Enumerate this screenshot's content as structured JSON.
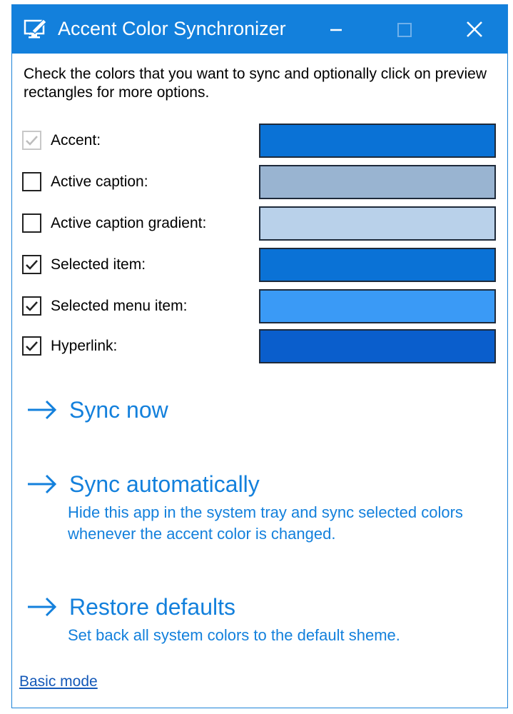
{
  "window": {
    "title": "Accent Color Synchronizer",
    "app_icon": "monitor-brush-icon",
    "accent": "#1380DC"
  },
  "titlebar_buttons": {
    "minimize_icon": "minimize-icon",
    "maximize_icon": "maximize-icon",
    "close_icon": "close-icon"
  },
  "intro_text": "Check the colors that you want to sync and optionally click on preview rectangles for more options.",
  "color_rows": [
    {
      "label": "Accent:",
      "checked": true,
      "enabled": false,
      "color": "#0A72D6"
    },
    {
      "label": "Active caption:",
      "checked": false,
      "enabled": true,
      "color": "#99B4D1"
    },
    {
      "label": "Active caption gradient:",
      "checked": false,
      "enabled": true,
      "color": "#B9D1EA"
    },
    {
      "label": "Selected item:",
      "checked": true,
      "enabled": true,
      "color": "#0A72D6"
    },
    {
      "label": "Selected menu item:",
      "checked": true,
      "enabled": true,
      "color": "#3A9AF6"
    },
    {
      "label": "Hyperlink:",
      "checked": true,
      "enabled": true,
      "color": "#0A5ECC"
    }
  ],
  "actions": {
    "sync_now": {
      "title": "Sync now",
      "icon": "arrow-right-icon"
    },
    "sync_auto": {
      "title": "Sync automatically",
      "description": "Hide this app in the system tray and sync selected colors whenever the accent color is changed.",
      "icon": "arrow-right-icon"
    },
    "restore": {
      "title": "Restore defaults",
      "description": "Set back all system colors to the default sheme.",
      "icon": "arrow-right-icon"
    }
  },
  "footer": {
    "basic_mode_link": "Basic mode"
  }
}
